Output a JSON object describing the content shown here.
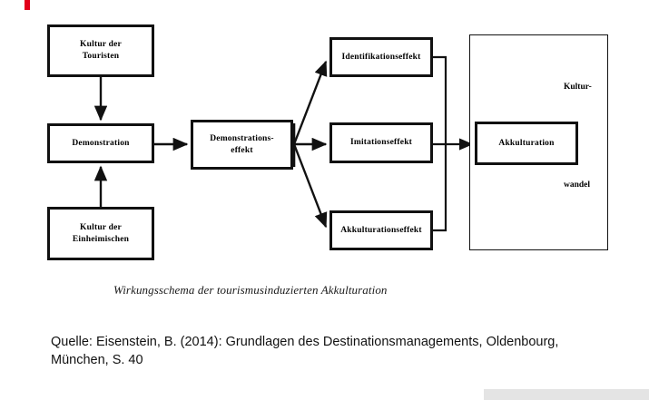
{
  "slide": {
    "accent_color": "#e2001a",
    "footer_strip_color": "#e4e4e4",
    "background_color": "#ffffff"
  },
  "diagram": {
    "caption": "Wirkungsschema der tourismusinduzierten Akkulturation",
    "nodes": {
      "kultur_touristen": "Kultur der\nTouristen",
      "demonstration": "Demonstration",
      "kultur_einheimischen": "Kultur der\nEinheimischen",
      "demonstrationseffekt": "Demonstrations-\neffekt",
      "identifikationseffekt": "Identifikationseffekt",
      "imitationseffekt": "Imitationseffekt",
      "akkulturationseffekt": "Akkulturationseffekt",
      "akkulturation": "Akkulturation",
      "kulturwandel_prefix": "Kultur-",
      "kulturwandel_suffix": "wandel"
    },
    "edges": [
      {
        "from": "kultur_touristen",
        "to": "demonstration",
        "style": "arrow-down"
      },
      {
        "from": "kultur_einheimischen",
        "to": "demonstration",
        "style": "arrow-up"
      },
      {
        "from": "demonstration",
        "to": "demonstrationseffekt",
        "style": "arrow-right"
      },
      {
        "from": "demonstrationseffekt",
        "to": "identifikationseffekt",
        "style": "arrow-diagonal-up"
      },
      {
        "from": "demonstrationseffekt",
        "to": "imitationseffekt",
        "style": "arrow-right"
      },
      {
        "from": "demonstrationseffekt",
        "to": "akkulturationseffekt",
        "style": "arrow-diagonal-down"
      },
      {
        "from": "identifikationseffekt",
        "to": "akkulturation",
        "style": "orthogonal"
      },
      {
        "from": "imitationseffekt",
        "to": "akkulturation",
        "style": "arrow-right"
      },
      {
        "from": "akkulturationseffekt",
        "to": "akkulturation",
        "style": "orthogonal"
      }
    ],
    "line_color": "#111111"
  },
  "source": {
    "text": "Quelle: Eisenstein, B. (2014): Grundlagen des Destinationsmanagements, Oldenbourg, München, S. 40"
  }
}
